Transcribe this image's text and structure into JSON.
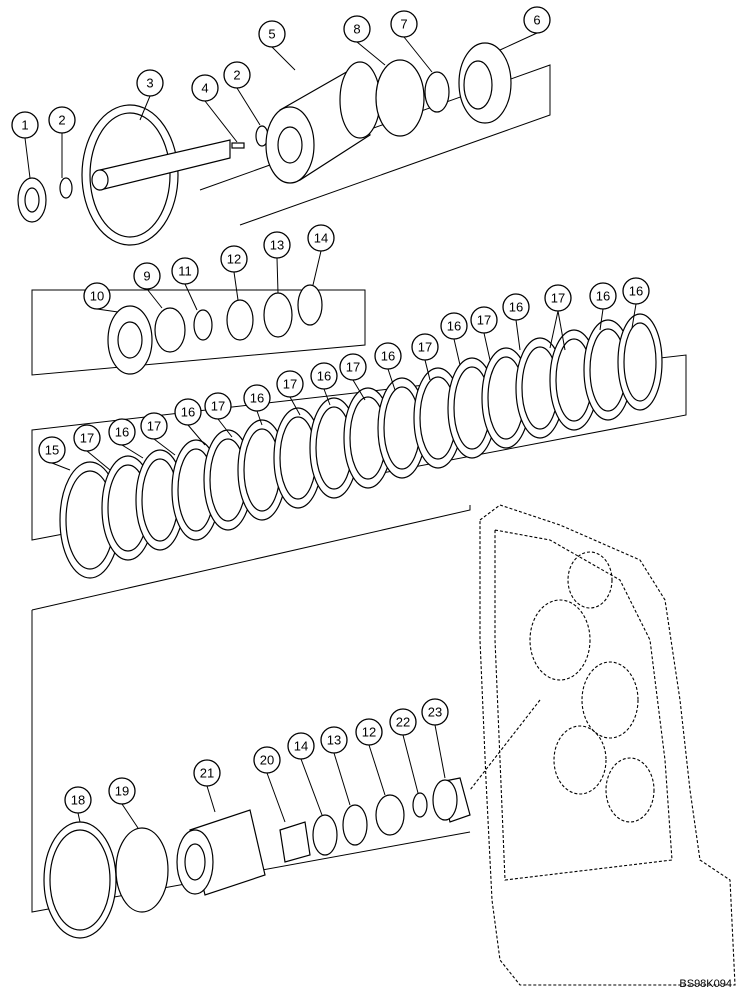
{
  "diagram": {
    "code": "BS98K094",
    "callouts": [
      {
        "id": "c1",
        "label": "1"
      },
      {
        "id": "c2a",
        "label": "2"
      },
      {
        "id": "c3",
        "label": "3"
      },
      {
        "id": "c4",
        "label": "4"
      },
      {
        "id": "c2b",
        "label": "2"
      },
      {
        "id": "c5",
        "label": "5"
      },
      {
        "id": "c8",
        "label": "8"
      },
      {
        "id": "c7",
        "label": "7"
      },
      {
        "id": "c6",
        "label": "6"
      },
      {
        "id": "c10",
        "label": "10"
      },
      {
        "id": "c9",
        "label": "9"
      },
      {
        "id": "c11",
        "label": "11"
      },
      {
        "id": "c12a",
        "label": "12"
      },
      {
        "id": "c13a",
        "label": "13"
      },
      {
        "id": "c14a",
        "label": "14"
      },
      {
        "id": "c15",
        "label": "15"
      },
      {
        "id": "c17a",
        "label": "17"
      },
      {
        "id": "c16a",
        "label": "16"
      },
      {
        "id": "c17b",
        "label": "17"
      },
      {
        "id": "c16b",
        "label": "16"
      },
      {
        "id": "c17c",
        "label": "17"
      },
      {
        "id": "c16c",
        "label": "16"
      },
      {
        "id": "c17d",
        "label": "17"
      },
      {
        "id": "c16d",
        "label": "16"
      },
      {
        "id": "c17e",
        "label": "17"
      },
      {
        "id": "c16e",
        "label": "16"
      },
      {
        "id": "c17f",
        "label": "17"
      },
      {
        "id": "c16f",
        "label": "16"
      },
      {
        "id": "c17g",
        "label": "17"
      },
      {
        "id": "c16g",
        "label": "16"
      },
      {
        "id": "c17h",
        "label": "17"
      },
      {
        "id": "c16h",
        "label": "16"
      },
      {
        "id": "c17i",
        "label": "17"
      },
      {
        "id": "c16i",
        "label": "16"
      },
      {
        "id": "c16j",
        "label": "16"
      },
      {
        "id": "c18",
        "label": "18"
      },
      {
        "id": "c19",
        "label": "19"
      },
      {
        "id": "c21",
        "label": "21"
      },
      {
        "id": "c20",
        "label": "20"
      },
      {
        "id": "c14b",
        "label": "14"
      },
      {
        "id": "c13b",
        "label": "13"
      },
      {
        "id": "c12b",
        "label": "12"
      },
      {
        "id": "c22",
        "label": "22"
      },
      {
        "id": "c23",
        "label": "23"
      }
    ]
  }
}
